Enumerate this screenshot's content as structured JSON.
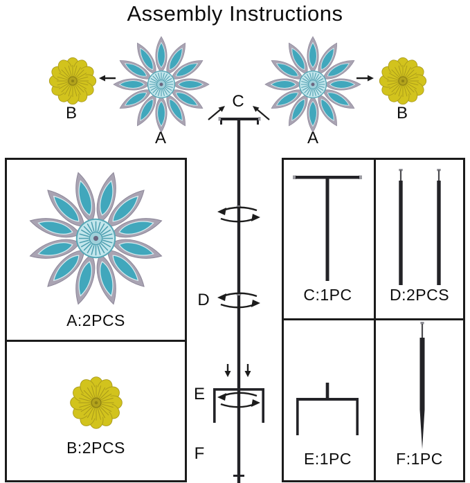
{
  "title": "Assembly Instructions",
  "top_diagram": {
    "left_spinner_label": "A",
    "right_spinner_label": "A",
    "left_flower_label": "B",
    "right_flower_label": "B",
    "pole_top_label": "C",
    "pole_mid_label": "D",
    "ground_fork_label": "E",
    "spike_label": "F"
  },
  "parts_list": {
    "a": {
      "label": "A:2PCS"
    },
    "b": {
      "label": "B:2PCS"
    },
    "c": {
      "label": "C:1PC"
    },
    "d": {
      "label": "D:2PCS"
    },
    "e": {
      "label": "E:1PC"
    },
    "f": {
      "label": "F:1PC"
    }
  },
  "colors": {
    "petal_gray": "#a9a3b2",
    "petal_teal": "#41a7bc",
    "hub_teal": "#c3e6ec",
    "flower_yellow": "#d2c31d",
    "flower_center": "#a8991a",
    "metal_dark": "#232327",
    "text": "#0d0d0d"
  }
}
